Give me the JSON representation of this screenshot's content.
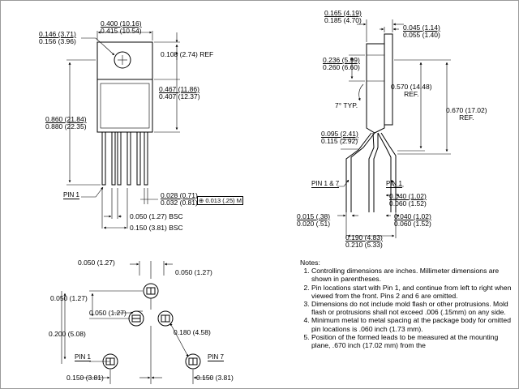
{
  "front_view": {
    "width": [
      "0.400 (10.16)",
      "0.415 (10.54)"
    ],
    "hole": [
      "0.146 (3.71)",
      "0.156 (3.96)"
    ],
    "ref": "0.108 (2.74) REF",
    "tab_height": [
      "0.467 (11.86)",
      "0.407 (12.37)"
    ],
    "overall": [
      "0.860 (21.84)",
      "0.880 (22.35)"
    ],
    "pin_width": [
      "0.028 (0.71)",
      "0.032 (0.81)"
    ],
    "tolerance": "⊕ 0.013 (.25) M",
    "pitch": "0.050 (1.27) BSC",
    "pitch2": "0.150 (3.81) BSC",
    "pin1": "PIN 1"
  },
  "side_view": {
    "thickness": [
      "0.165 (4.19)",
      "0.185 (4.70)"
    ],
    "tab": [
      "0.045 (1.14)",
      "0.055 (1.40)"
    ],
    "body": [
      "0.236 (5.99)",
      "0.260 (6.60)"
    ],
    "angle": "7° TYP.",
    "lead_len": [
      "0.570 (14.48)",
      "REF."
    ],
    "total": [
      "0.670 (17.02)",
      "REF."
    ],
    "bend": [
      "0.095 (2.41)",
      "0.115 (2.92)"
    ],
    "pin_a": "PIN 1 & 7",
    "pin_b": "PIN 1",
    "lead_w": [
      "0.040 (1.02)",
      "0.060 (1.52)"
    ],
    "lead_t": [
      "0.015 (.38)",
      "0.020 (.51)"
    ],
    "foot": [
      "0.040 (1.02)",
      "0.060 (1.52)"
    ],
    "span": [
      "0.190 (4.83)",
      "0.210 (5.33)"
    ]
  },
  "footprint": {
    "top_l": "0.050 (1.27)",
    "top_r": "0.050 (1.27)",
    "left": "0.050 (1.27)",
    "mid": "0.050 (1.27)",
    "vert": "0.200 (5.08)",
    "diag": "0.180 (4.58)",
    "pin1": "PIN 1",
    "pin7": "PIN 7",
    "bot_l": "0.150 (3.81)",
    "bot_r": "0.150 (3.81)"
  },
  "notes": {
    "heading": "Notes:",
    "items": [
      "Controlling dimensions are inches. Millimeter dimensions are shown in parentheses.",
      "Pin locations start with Pin 1, and continue from left to right when viewed from the front. Pins 2 and 6 are omitted.",
      "Dimensions do not include mold flash or other protrusions. Mold flash or protrusions shall not exceed .006 (.15mm) on any side.",
      "Minimum metal to metal spacing at the package body for omitted pin locations is .060 inch (1.73 mm).",
      "Position of the formed leads to be measured at the mounting plane, .670 inch (17.02 mm) from the"
    ]
  }
}
